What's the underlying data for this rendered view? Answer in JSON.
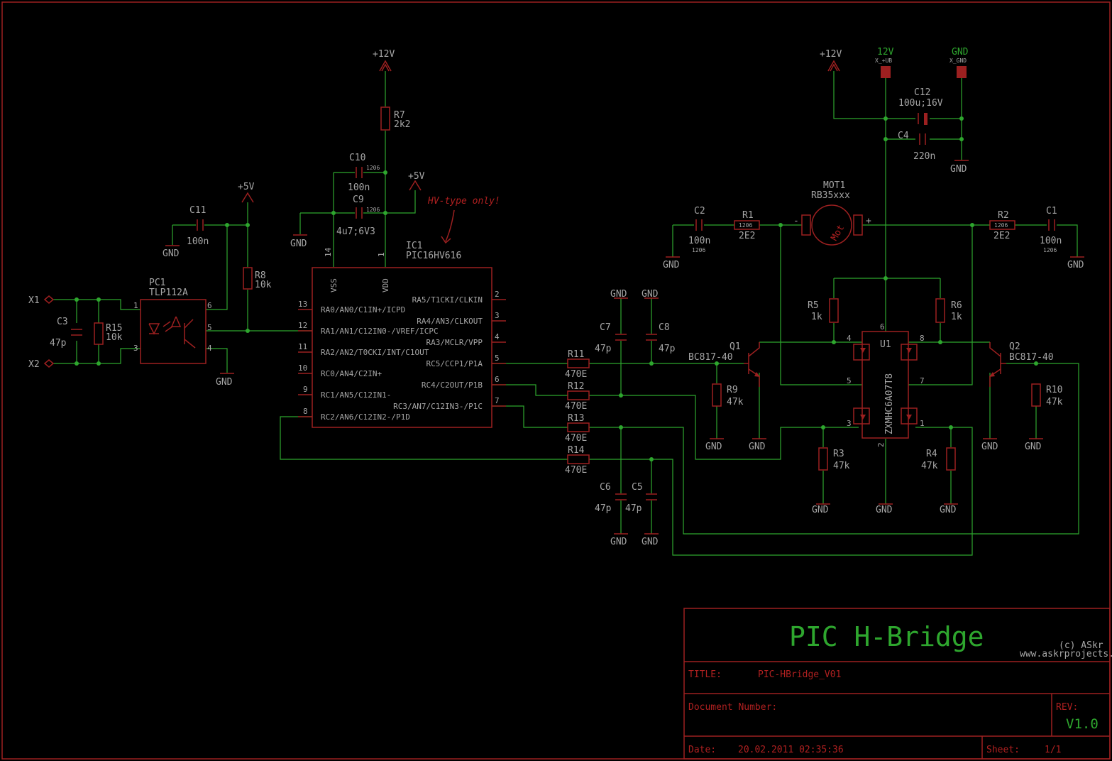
{
  "sheet": {
    "border_color": "#9c2020",
    "wire_color": "#2ea62e",
    "label_color": "#a6a6a6",
    "part_color": "#9c2020",
    "background": "#000000"
  },
  "supplies": {
    "p12v_top": "+12V",
    "p5v_a": "+5V",
    "p5v_b": "+5V",
    "p12v_motor": "+12V",
    "gnd": "GND"
  },
  "connectors": {
    "x1": "X1",
    "x2": "X2",
    "ub_label": "12V",
    "ub_name": "X_+UB",
    "gnd_label": "GND",
    "gnd_name": "X_GND"
  },
  "parts": {
    "r7": {
      "name": "R7",
      "value": "2k2"
    },
    "c10": {
      "name": "C10",
      "value": "100n",
      "pkg": "1206"
    },
    "c9": {
      "name": "C9",
      "value": "4u7;6V3",
      "pkg": "1206"
    },
    "c11": {
      "name": "C11",
      "value": "100n"
    },
    "r8": {
      "name": "R8",
      "value": "10k"
    },
    "c3": {
      "name": "C3",
      "value": "47p"
    },
    "r15": {
      "name": "R15",
      "value": "10k"
    },
    "pc1": {
      "name": "PC1",
      "value": "TLP112A"
    },
    "ic1": {
      "name": "IC1",
      "value": "PIC16HV616"
    },
    "r11": {
      "name": "R11",
      "value": "470E"
    },
    "r12": {
      "name": "R12",
      "value": "470E"
    },
    "r13": {
      "name": "R13",
      "value": "470E"
    },
    "r14": {
      "name": "R14",
      "value": "470E"
    },
    "c7": {
      "name": "C7",
      "value": "47p"
    },
    "c8": {
      "name": "C8",
      "value": "47p"
    },
    "c6": {
      "name": "C6",
      "value": "47p"
    },
    "c5": {
      "name": "C5",
      "value": "47p"
    },
    "c2": {
      "name": "C2",
      "value": "100n",
      "pkg": "1206"
    },
    "r1": {
      "name": "R1",
      "value": "2E2",
      "pkg": "1206"
    },
    "mot1": {
      "name": "MOT1",
      "value": "RB35xxx",
      "body": "Mot"
    },
    "r2": {
      "name": "R2",
      "value": "2E2",
      "pkg": "1206"
    },
    "c1": {
      "name": "C1",
      "value": "100n",
      "pkg": "1206"
    },
    "c12": {
      "name": "C12",
      "value": "100u;16V"
    },
    "c4": {
      "name": "C4",
      "value": "220n"
    },
    "r5": {
      "name": "R5",
      "value": "1k"
    },
    "r6": {
      "name": "R6",
      "value": "1k"
    },
    "q1": {
      "name": "Q1",
      "value": "BC817-40"
    },
    "q2": {
      "name": "Q2",
      "value": "BC817-40"
    },
    "r9": {
      "name": "R9",
      "value": "47k"
    },
    "r10": {
      "name": "R10",
      "value": "47k"
    },
    "r3": {
      "name": "R3",
      "value": "47k"
    },
    "r4": {
      "name": "R4",
      "value": "47k"
    },
    "u1": {
      "name": "U1",
      "value": "ZXMHC6A07T8"
    }
  },
  "ic1_pins": {
    "vss": "VSS",
    "vdd": "VDD",
    "p14": "14",
    "p1": "1",
    "left": [
      {
        "num": "13",
        "name": "RA0/AN0/C1IN+/ICPD"
      },
      {
        "num": "12",
        "name": "RA1/AN1/C12IN0-/VREF/ICPC"
      },
      {
        "num": "11",
        "name": "RA2/AN2/T0CKI/INT/C1OUT"
      },
      {
        "num": "10",
        "name": "RC0/AN4/C2IN+"
      },
      {
        "num": "9",
        "name": "RC1/AN5/C12IN1-"
      },
      {
        "num": "8",
        "name": "RC2/AN6/C12IN2-/P1D"
      }
    ],
    "right": [
      {
        "num": "2",
        "name": "RA5/T1CKI/CLKIN"
      },
      {
        "num": "3",
        "name": "RA4/AN3/CLKOUT"
      },
      {
        "num": "4",
        "name": "RA3/MCLR/VPP"
      },
      {
        "num": "5",
        "name": "RC5/CCP1/P1A"
      },
      {
        "num": "6",
        "name": "RC4/C2OUT/P1B"
      },
      {
        "num": "7",
        "name": "RC3/AN7/C12IN3-/P1C"
      }
    ]
  },
  "pc1_pins": [
    "1",
    "3",
    "6",
    "5",
    "4"
  ],
  "u1_pins": [
    "6",
    "4",
    "8",
    "5",
    "7",
    "3",
    "1",
    "2"
  ],
  "annotation": "HV-type only!",
  "title_block": {
    "heading": "PIC H-Bridge",
    "copyright": "(c) ASkr",
    "website": "www.askrprojects.net",
    "title_label": "TITLE:",
    "title_value": "PIC-HBridge_V01",
    "doc_label": "Document Number:",
    "rev_label": "REV:",
    "rev_value": "V1.0",
    "date_label": "Date:",
    "date_value": "20.02.2011 02:35:36",
    "sheet_label": "Sheet:",
    "sheet_value": "1/1"
  }
}
